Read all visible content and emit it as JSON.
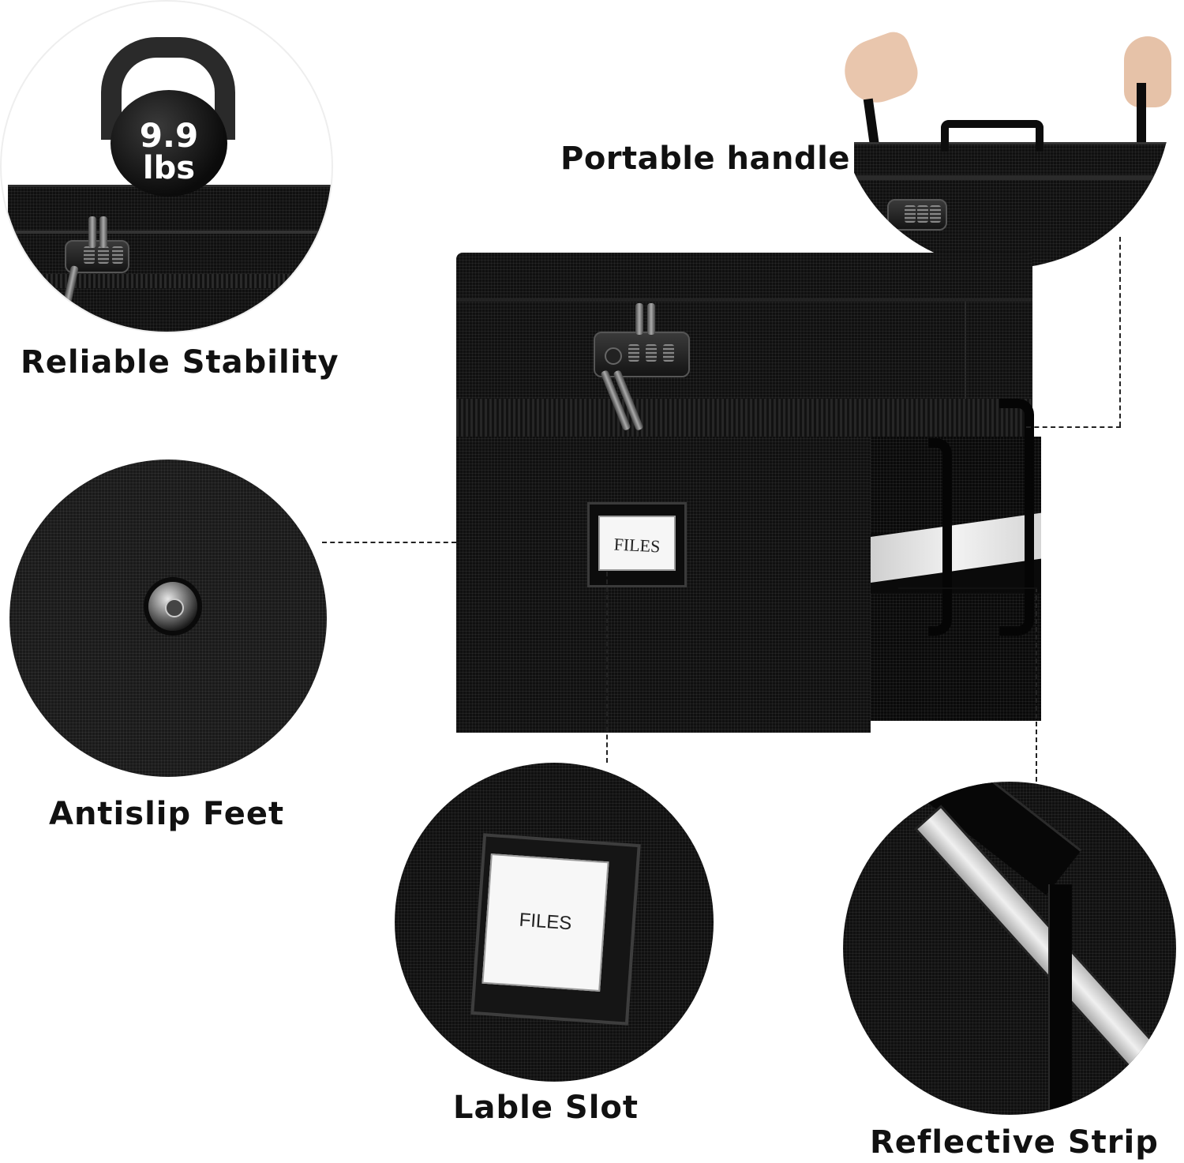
{
  "captions": {
    "stability": "Reliable Stability",
    "handle": "Portable handle",
    "feet": "Antislip Feet",
    "label_slot": "Lable Slot",
    "strip": "Reflective Strip"
  },
  "kettlebell": {
    "weight": "9.9",
    "unit": "lbs"
  },
  "box_label": "FILES",
  "slot_label": "FILES",
  "colors": {
    "fabric": "#101010",
    "reflective": "#e8e8e8",
    "caption": "#111111"
  }
}
